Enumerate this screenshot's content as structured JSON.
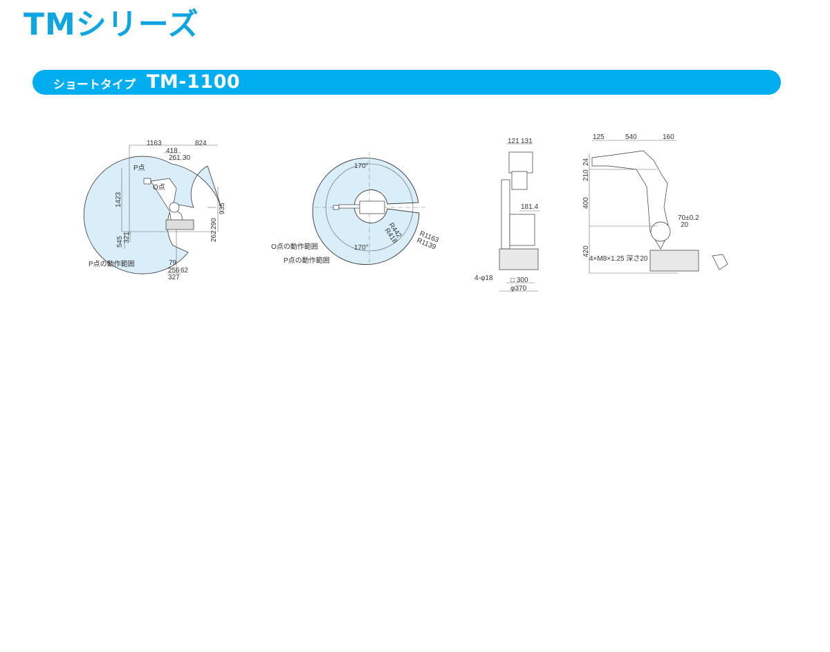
{
  "header": {
    "title": "TMシリーズ",
    "banner": {
      "subtitle": "ショートタイプ",
      "model": "TM-1100"
    }
  },
  "colors": {
    "accent": "#00aeef",
    "title": "#0ea5e0",
    "range_fill": "#d9eef9",
    "line": "#555555"
  },
  "drawings": {
    "side_range": {
      "dims": {
        "top_left": "1163",
        "top_right": "824",
        "d418": "418",
        "d261": "261",
        "d30": "30",
        "d1423": "1423",
        "d935": "935",
        "d290": "290",
        "d262": "262",
        "d545": "545",
        "d321": "321",
        "d79": "79",
        "d256": "256",
        "d62": "62",
        "d327": "327"
      },
      "labels": {
        "p_point": "P点",
        "o_point": "O点",
        "p_range": "P点の動作範囲"
      }
    },
    "top_range": {
      "angle_top": "170°",
      "angle_bottom": "170°",
      "radii": {
        "r442": "R442",
        "r418": "R418",
        "r1163": "R1163",
        "r1139": "R1139"
      },
      "labels": {
        "o_range": "O点の動作範囲",
        "p_range": "P点の動作範囲"
      }
    },
    "front_view": {
      "dims": {
        "d121": "121",
        "d131": "131",
        "d181": "181.4",
        "holes": "4-φ18",
        "sq300": "□ 300",
        "phi370": "φ370"
      }
    },
    "side_view": {
      "dims": {
        "d125": "125",
        "d540": "540",
        "d160": "160",
        "d24": "24",
        "d210": "210",
        "d400": "400",
        "d420": "420",
        "d70": "70±0.2",
        "d20": "20",
        "thread": "4×M8×1.25 深さ20"
      }
    }
  }
}
